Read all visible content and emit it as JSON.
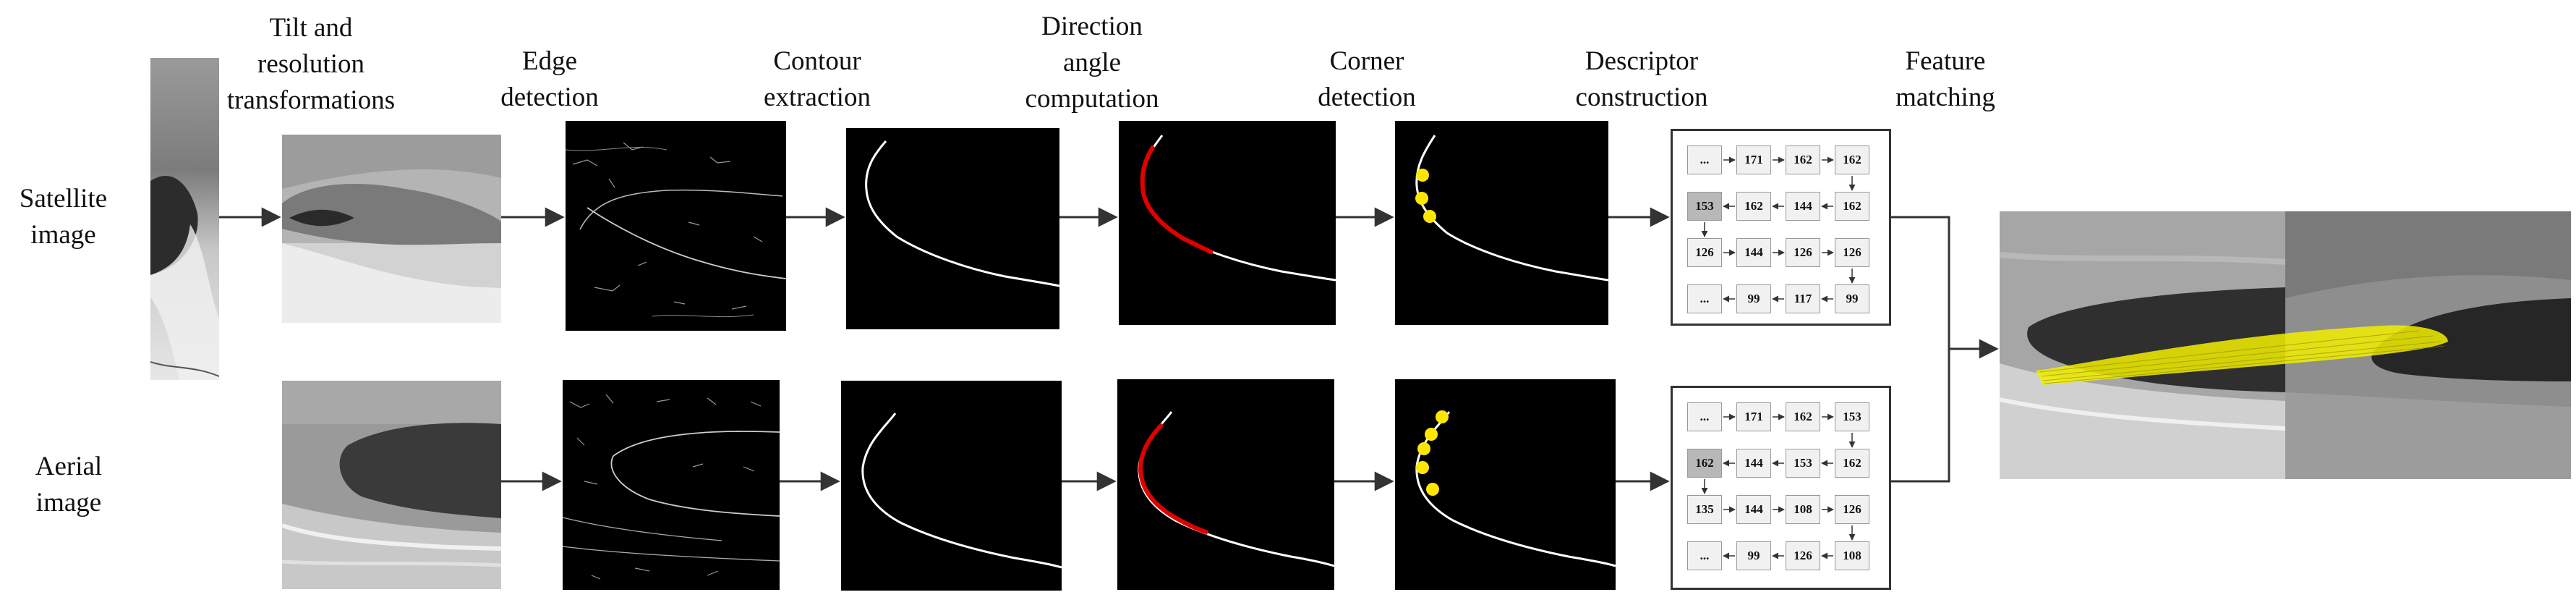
{
  "stages": {
    "tilt": "Tilt and\nresolution\ntransformations",
    "edge": "Edge\ndetection",
    "contour": "Contour\nextraction",
    "direction": "Direction\nangle\ncomputation",
    "corner": "Corner\ndetection",
    "descriptor": "Descriptor\nconstruction",
    "matching": "Feature\nmatching"
  },
  "rows": {
    "satellite": "Satellite\nimage",
    "aerial": "Aerial\nimage"
  },
  "descriptors": {
    "satellite": [
      [
        "...",
        "171",
        "162",
        "162"
      ],
      [
        "153",
        "162",
        "144",
        "162"
      ],
      [
        "126",
        "144",
        "126",
        "126"
      ],
      [
        "...",
        "99",
        "117",
        "99"
      ]
    ],
    "aerial": [
      [
        "...",
        "171",
        "162",
        "153"
      ],
      [
        "162",
        "144",
        "153",
        "162"
      ],
      [
        "135",
        "144",
        "108",
        "126"
      ],
      [
        "...",
        "99",
        "126",
        "108"
      ]
    ]
  },
  "colors": {
    "contour": "#ffffff",
    "direction_highlight": "#e00000",
    "corner_points": "#ffe600",
    "match_lines": "#f2ee00",
    "descriptor_highlight": "#b8b8b8"
  }
}
